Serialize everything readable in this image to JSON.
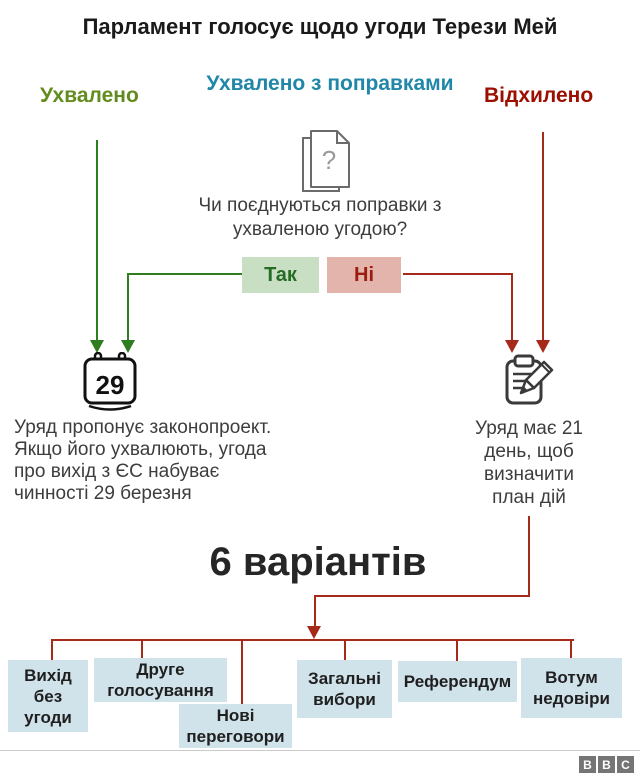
{
  "title": "Парламент голосує щодо угоди Терези Мей",
  "columns": {
    "approved": "Ухвалено",
    "amended": "Ухвалено з поправками",
    "rejected": "Відхилено"
  },
  "question": "Чи поєднуються поправки з\nухваленою угодою?",
  "answers": {
    "yes": "Так",
    "no": "Ні"
  },
  "calendar_day": "29",
  "approved_outcome": "Уряд пропонує законопроект.\nЯкщо його ухвалюють, угода\nпро вихід з ЄС набуває\nчинності 29 березня",
  "rejected_outcome": "Уряд має 21\nдень, щоб\nвизначити\nплан дій",
  "options_heading": "6 варіантів",
  "options": [
    "Вихід\nбез\nугоди",
    "Друге\nголосування",
    "Нові\nпереговори",
    "Загальні\nвибори",
    "Референдум",
    "Вотум\nнедовіри"
  ],
  "logo": [
    "B",
    "B",
    "C"
  ],
  "icons": {
    "document": "stacked-pages-with-question-mark",
    "calendar": "tear-off-calendar",
    "clipboard": "clipboard-with-pencil"
  },
  "colors": {
    "approved_green": "#638c1e",
    "amended_blue": "#2087a8",
    "rejected_red": "#9c0e00",
    "arrow_green": "#2e7d1e",
    "arrow_red": "#a52a1a",
    "yes_bg": "#c9dfc3",
    "no_bg": "#e3b4ac",
    "option_box_bg": "#d0e2ea"
  }
}
